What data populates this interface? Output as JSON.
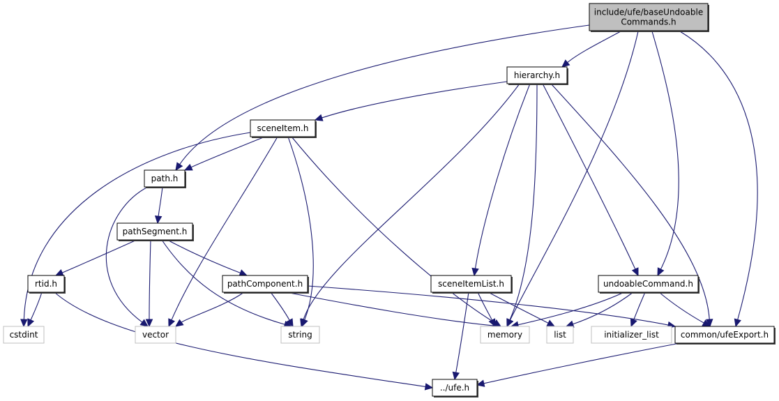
{
  "title": "include/ufe/baseUndoableCommands.h include dependency graph",
  "nodes": [
    {
      "id": "root",
      "lines": [
        "include/ufe/baseUndoable",
        "Commands.h"
      ],
      "kind": "root"
    },
    {
      "id": "hierarchy",
      "lines": [
        "hierarchy.h"
      ],
      "kind": "doc"
    },
    {
      "id": "sceneItem",
      "lines": [
        "sceneItem.h"
      ],
      "kind": "doc"
    },
    {
      "id": "path",
      "lines": [
        "path.h"
      ],
      "kind": "doc"
    },
    {
      "id": "pathSegment",
      "lines": [
        "pathSegment.h"
      ],
      "kind": "doc"
    },
    {
      "id": "rtid",
      "lines": [
        "rtid.h"
      ],
      "kind": "doc"
    },
    {
      "id": "pathComponent",
      "lines": [
        "pathComponent.h"
      ],
      "kind": "doc"
    },
    {
      "id": "sceneItemList",
      "lines": [
        "sceneItemList.h"
      ],
      "kind": "doc"
    },
    {
      "id": "undoableCommand",
      "lines": [
        "undoableCommand.h"
      ],
      "kind": "doc"
    },
    {
      "id": "ufeExport",
      "lines": [
        "common/ufeExport.h"
      ],
      "kind": "doc"
    },
    {
      "id": "ufe",
      "lines": [
        "../ufe.h"
      ],
      "kind": "doc"
    },
    {
      "id": "cstdint",
      "lines": [
        "cstdint"
      ],
      "kind": "ext"
    },
    {
      "id": "vector",
      "lines": [
        "vector"
      ],
      "kind": "ext"
    },
    {
      "id": "string",
      "lines": [
        "string"
      ],
      "kind": "ext"
    },
    {
      "id": "memory",
      "lines": [
        "memory"
      ],
      "kind": "ext"
    },
    {
      "id": "list",
      "lines": [
        "list"
      ],
      "kind": "ext"
    },
    {
      "id": "initializer_list",
      "lines": [
        "initializer_list"
      ],
      "kind": "ext"
    }
  ],
  "edges": [
    [
      "root",
      "hierarchy"
    ],
    [
      "root",
      "path"
    ],
    [
      "root",
      "memory"
    ],
    [
      "root",
      "undoableCommand"
    ],
    [
      "root",
      "ufeExport"
    ],
    [
      "hierarchy",
      "sceneItem"
    ],
    [
      "hierarchy",
      "string"
    ],
    [
      "hierarchy",
      "sceneItemList"
    ],
    [
      "hierarchy",
      "memory"
    ],
    [
      "hierarchy",
      "undoableCommand"
    ],
    [
      "hierarchy",
      "ufeExport"
    ],
    [
      "sceneItem",
      "path"
    ],
    [
      "sceneItem",
      "cstdint"
    ],
    [
      "sceneItem",
      "vector"
    ],
    [
      "sceneItem",
      "string"
    ],
    [
      "sceneItem",
      "memory"
    ],
    [
      "path",
      "pathSegment"
    ],
    [
      "path",
      "vector"
    ],
    [
      "pathSegment",
      "rtid"
    ],
    [
      "pathSegment",
      "pathComponent"
    ],
    [
      "pathSegment",
      "vector"
    ],
    [
      "pathSegment",
      "string"
    ],
    [
      "rtid",
      "cstdint"
    ],
    [
      "rtid",
      "ufe"
    ],
    [
      "pathComponent",
      "vector"
    ],
    [
      "pathComponent",
      "string"
    ],
    [
      "pathComponent",
      "memory"
    ],
    [
      "pathComponent",
      "ufeExport"
    ],
    [
      "sceneItemList",
      "ufe"
    ],
    [
      "sceneItemList",
      "memory"
    ],
    [
      "sceneItemList",
      "list"
    ],
    [
      "undoableCommand",
      "memory"
    ],
    [
      "undoableCommand",
      "list"
    ],
    [
      "undoableCommand",
      "initializer_list"
    ],
    [
      "undoableCommand",
      "ufeExport"
    ],
    [
      "ufeExport",
      "ufe"
    ]
  ]
}
